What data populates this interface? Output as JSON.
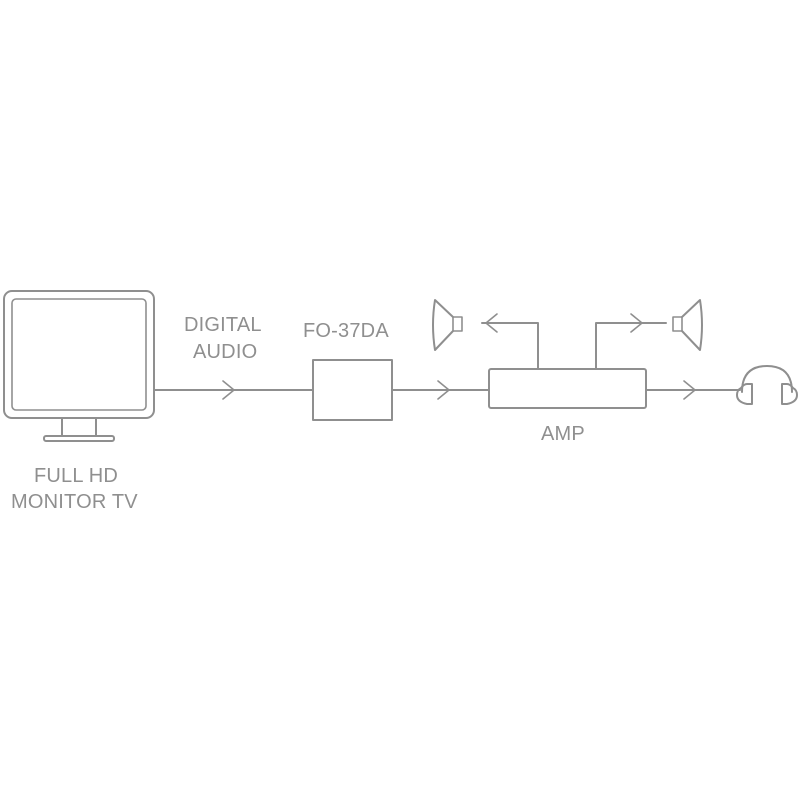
{
  "labels": {
    "digital": "DIGITAL",
    "audio": "AUDIO",
    "converter": "FO-37DA",
    "amp": "AMP",
    "tv_line1": "FULL HD",
    "tv_line2": "MONITOR TV"
  },
  "colors": {
    "line": "#8f8f8f",
    "background": "#ffffff"
  },
  "icons": [
    "monitor-tv-icon",
    "speaker-left-icon",
    "speaker-right-icon",
    "headphones-icon"
  ]
}
